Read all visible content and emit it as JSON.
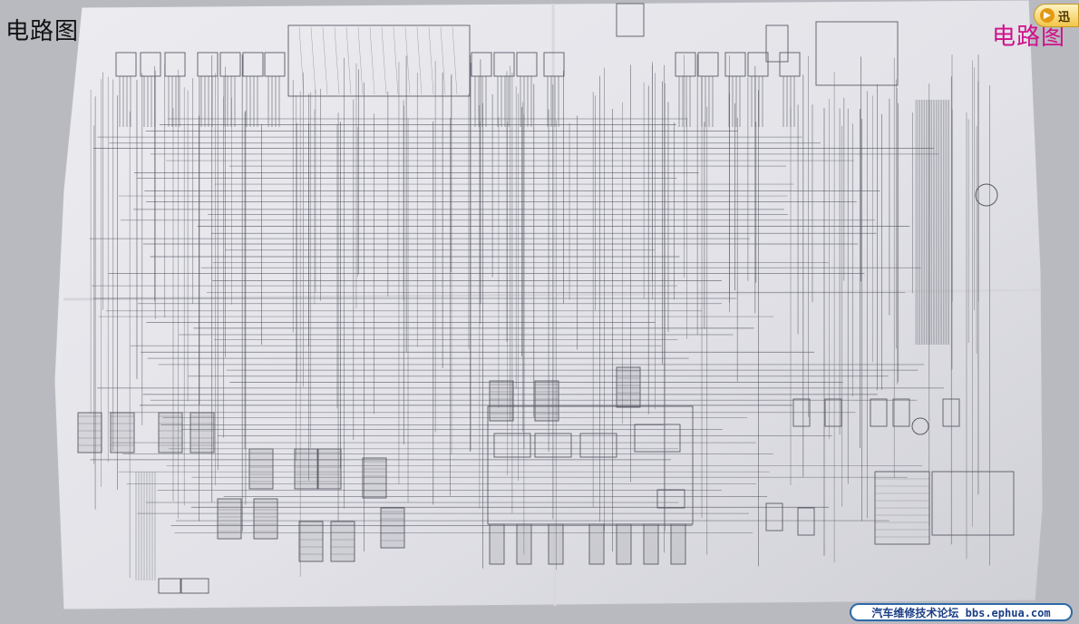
{
  "header": {
    "title_left": "电路图",
    "title_right": "电路图",
    "title_right_color": "#d0108a"
  },
  "toolbar": {
    "xunlei_button_label": "迅",
    "xunlei_icon": "play-arrow-icon"
  },
  "footer": {
    "watermark_text": "汽车维修技术论坛 bbs.ephua.com",
    "watermark_border_color": "#2f6aa6"
  },
  "diagram": {
    "paper_color": "#e6e6ea",
    "wire_color": "#5a5a66"
  }
}
